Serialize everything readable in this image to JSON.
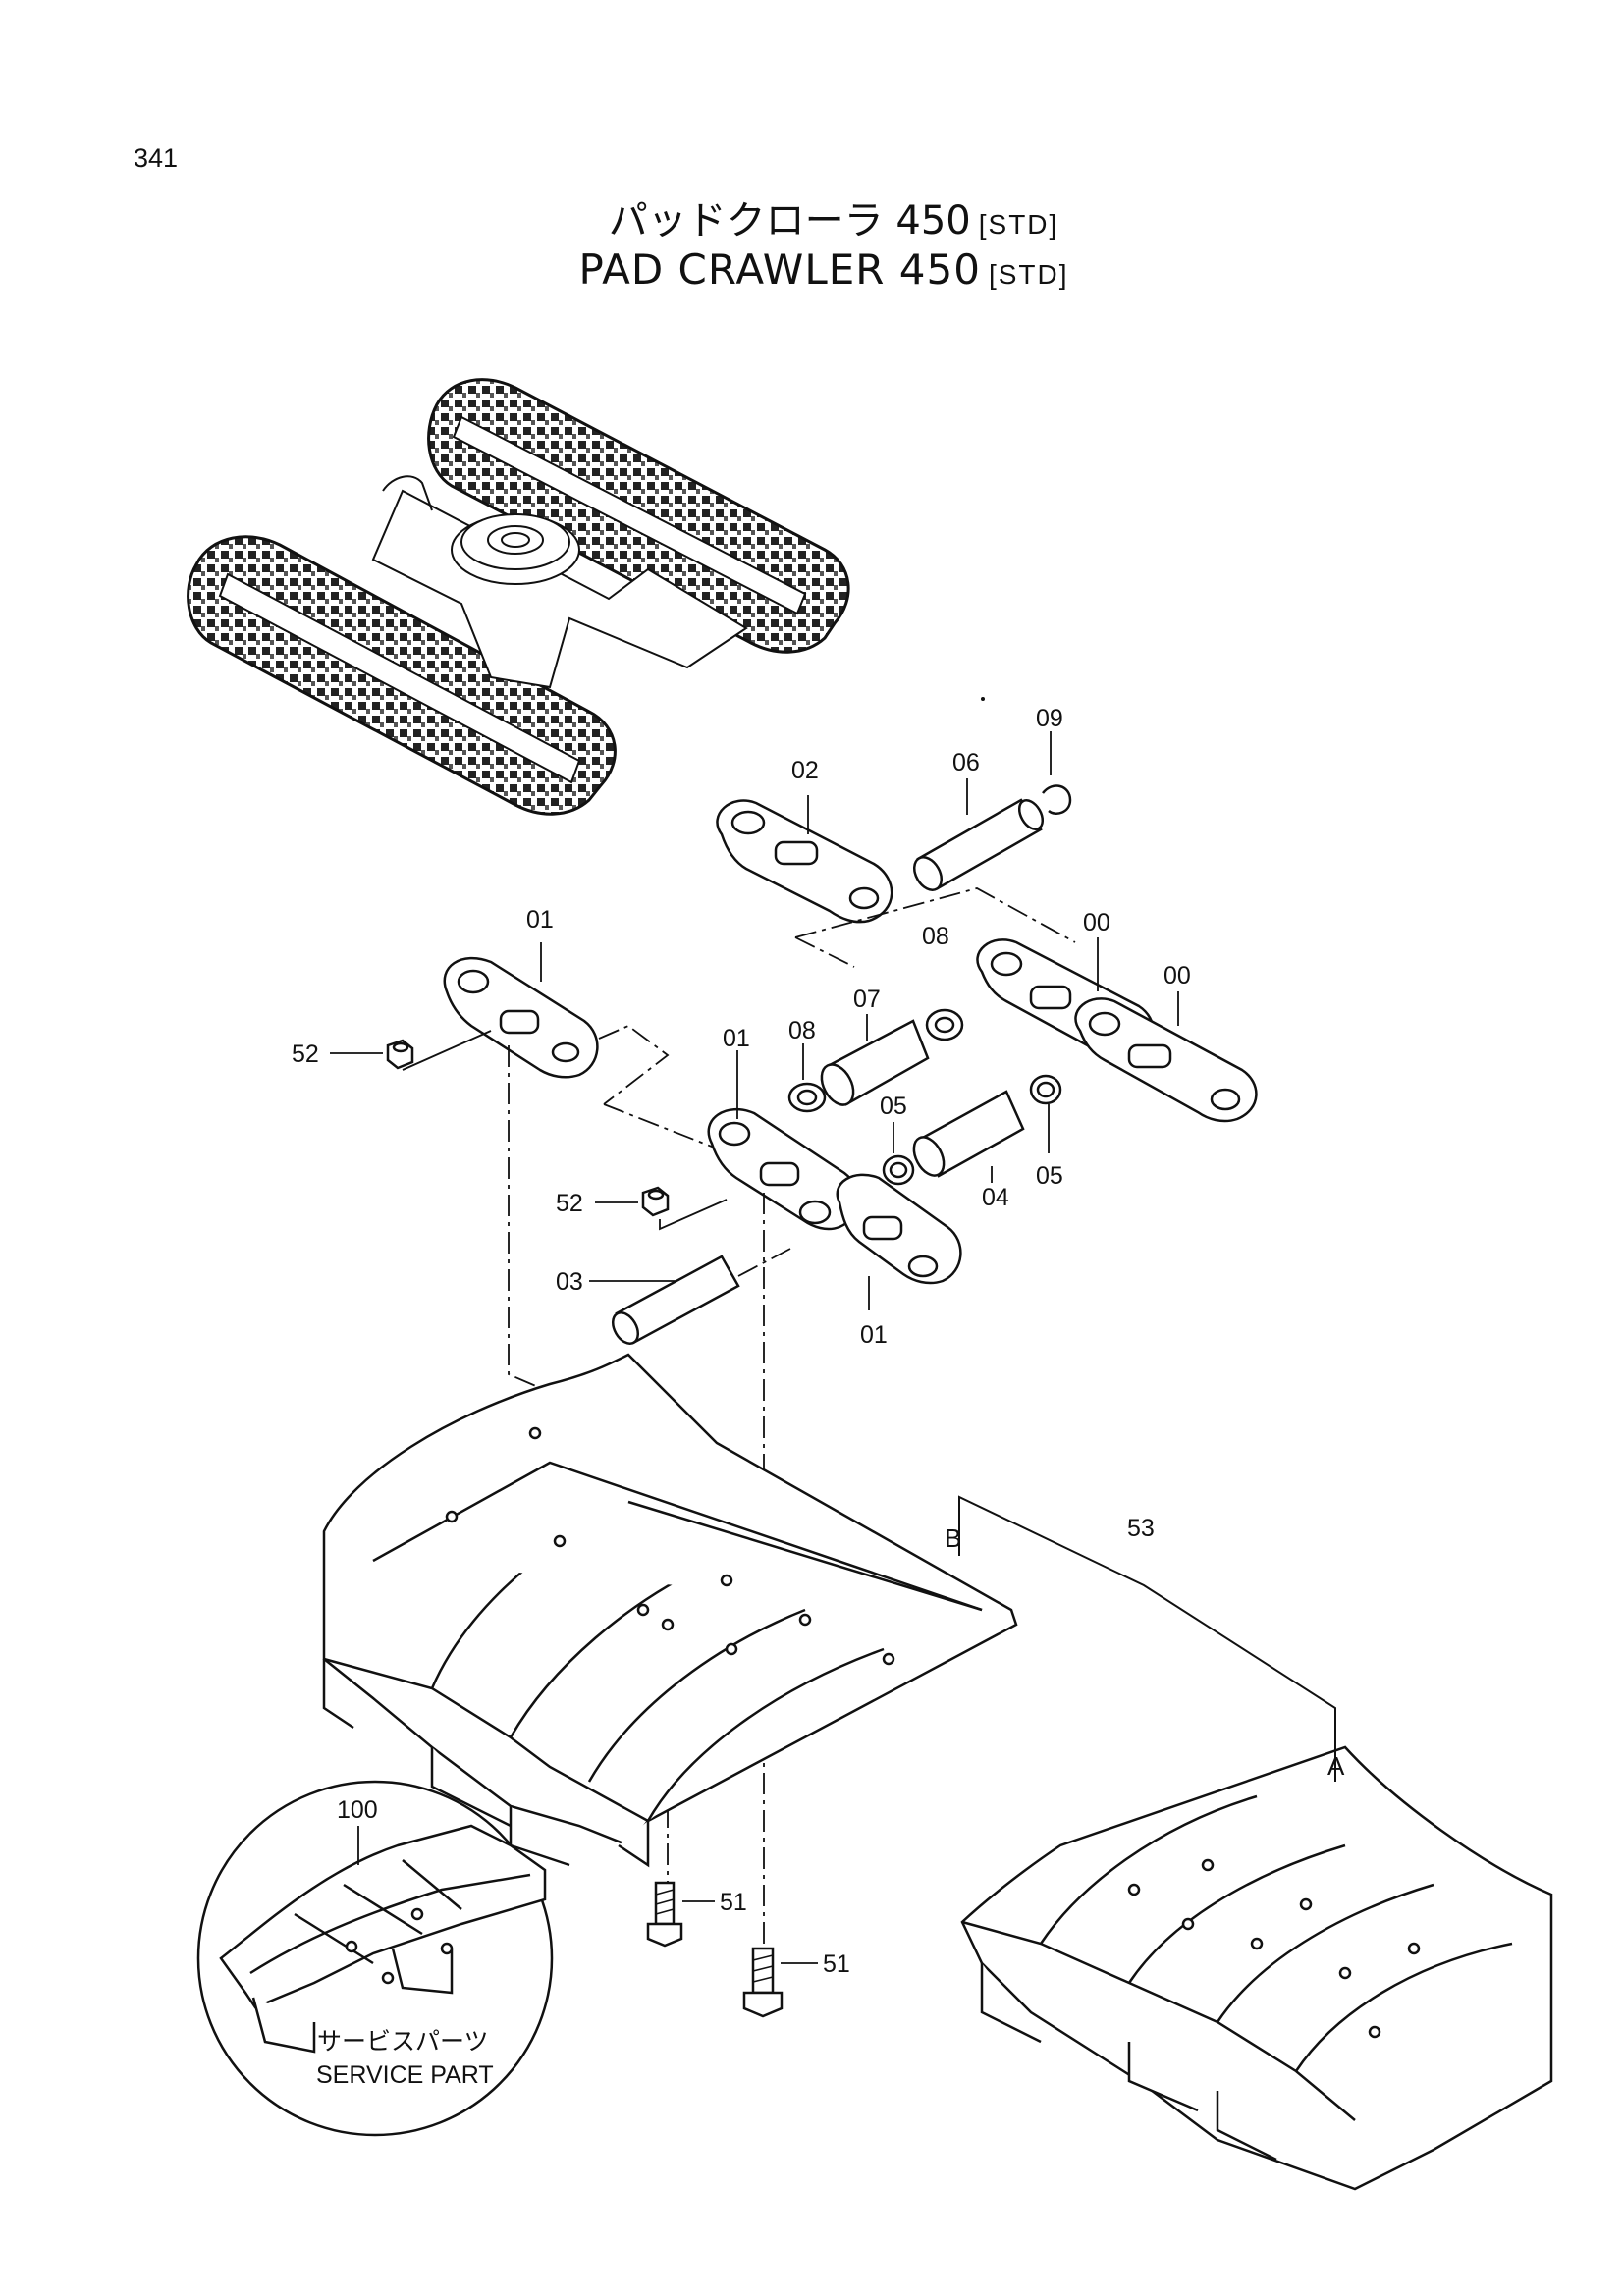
{
  "page": {
    "number": "341"
  },
  "title": {
    "jp": "パッドクローラ 450",
    "en": "PAD CRAWLER 450",
    "tag": "[STD]"
  },
  "callouts": {
    "c09": "09",
    "c06": "06",
    "c02": "02",
    "c01a": "01",
    "c00a": "00",
    "c08a": "08",
    "c00b": "00",
    "c52a": "52",
    "c07": "07",
    "c08b": "08",
    "c01b": "01",
    "c05a": "05",
    "c05b": "05",
    "c52b": "52",
    "c04": "04",
    "c03": "03",
    "c01c": "01",
    "c53": "53",
    "cB": "B",
    "cA": "A",
    "c51a": "51",
    "c51b": "51",
    "c100": "100"
  },
  "service": {
    "jp": "サービスパーツ",
    "en": "SERVICE PART"
  }
}
